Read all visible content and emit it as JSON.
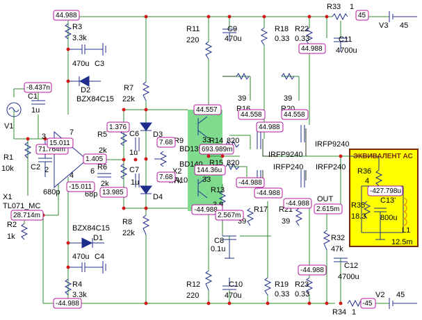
{
  "colors": {
    "wire_green": "#2e8b2e",
    "wire_dark": "#1f3f10",
    "part_blue": "#1f2e8c",
    "probe_border": "#b0179b",
    "dot_red": "#d11a1a",
    "highlight": "#7fdc8f",
    "speaker_fill": "#ffff00",
    "speaker_border": "#7a2a00",
    "inductor": "#e0a000",
    "text": "#000000"
  },
  "probes": {
    "p1": "44.988",
    "p2": "-8.437n",
    "p3": "71.764m",
    "p4": "15.011",
    "p5": "1.405",
    "p6": "-15.011",
    "p7": "1.376",
    "p8": "7.68",
    "p9": "7.68",
    "p10": "13.985",
    "p11": "28.714m",
    "p12": "44.557",
    "p13": "693.989m",
    "p14": "144.36u",
    "p15": "-44.988",
    "p16": "2.567m",
    "p17": "44.558",
    "p18": "44.988",
    "p19": "44.558",
    "p20": "-44.988",
    "p21": "-44.988",
    "p22": "44.988",
    "p23": "45",
    "p24": "-44.988",
    "p25": "2.615m",
    "p26": "-427.798u",
    "p27": "-44.988",
    "p28": "-45",
    "p29": "-44.988"
  },
  "labels": {
    "R3": "R3",
    "R3v": "3.3k",
    "C3": "C3",
    "C3v": "470u",
    "D2": "D2",
    "D2v": "BZX84C15",
    "C1": "C1",
    "C1v": "1u",
    "V1": "V1",
    "R1": "R1",
    "R1v": "10k",
    "C2": "C2",
    "C2v": "680p",
    "pin3": "3",
    "pin7": "7",
    "pin2": "2",
    "pin4": "4",
    "pin6": "6",
    "X1": "X1",
    "X1v": "TL071_MC",
    "R2": "R2",
    "R2v": "1k",
    "R7": "R7",
    "R7v": "22k",
    "R5": "R5",
    "R5v": "2k",
    "R6": "R6",
    "R6v": "2k",
    "C5v": "68p",
    "C6": "C6",
    "C6v": "1u",
    "C7": "C7",
    "C7v": "1u",
    "D3": "D3",
    "D4": "D4",
    "X2": "X2",
    "X2v": "4.7k",
    "R8": "R8",
    "R8v": "22k",
    "D1": "D1",
    "D1v": "BZX84C15",
    "C4": "C4",
    "C4v": "470u",
    "R4": "R4",
    "R4v": "3.3k",
    "R11": "R11",
    "R11v": "220",
    "C9": "C9",
    "C9v": "470u",
    "R18": "R18",
    "R18v": "0.33",
    "R22": "R22",
    "R22v": "0.33",
    "R33": "R33",
    "R33v": "1",
    "V3": "V3",
    "V3v": "45",
    "C11": "C11",
    "C11v": "4700u",
    "R16v": "39",
    "R16": "R16",
    "R20v": "39",
    "R20": "R20",
    "Q33a": "33",
    "Q33b": "33",
    "BD139": "BD139",
    "BD140": "BD140",
    "R9": "R9",
    "R10": "R10",
    "R14": "R14",
    "R14v": "820",
    "R15": "R15",
    "R15v": "820",
    "IRFP9240a": "IRFP9240",
    "IRFP9240b": "IRFP9240",
    "IRFP240a": "IRFP240",
    "IRFP240b": "IRFP240",
    "R13": "R13",
    "R13v": "3.9",
    "R17": "R17",
    "R17v": "39",
    "R21": "R21",
    "R21v": "39",
    "OUT": "OUT",
    "C8": "C8",
    "C8v": "0.1u",
    "R12": "R12",
    "R12v": "220",
    "C10": "C10",
    "C10v": "470u",
    "R19": "R19",
    "R19v": "0.33",
    "R23": "R23",
    "R23v": "0.33",
    "R32": "R32",
    "R32v": "47k",
    "C12": "C12",
    "C12v": "4700u",
    "V2": "V2",
    "V2v": "45",
    "R34": "R34",
    "R34v": "1",
    "spk_title": "ЭКВИВАЛЕНТ АС",
    "R36": "R36",
    "R36v": "4",
    "R35": "R35",
    "R35v": "18.3",
    "C13": "C13'",
    "C13v": "800u",
    "L1": "L1",
    "L1v": "12.5m"
  }
}
